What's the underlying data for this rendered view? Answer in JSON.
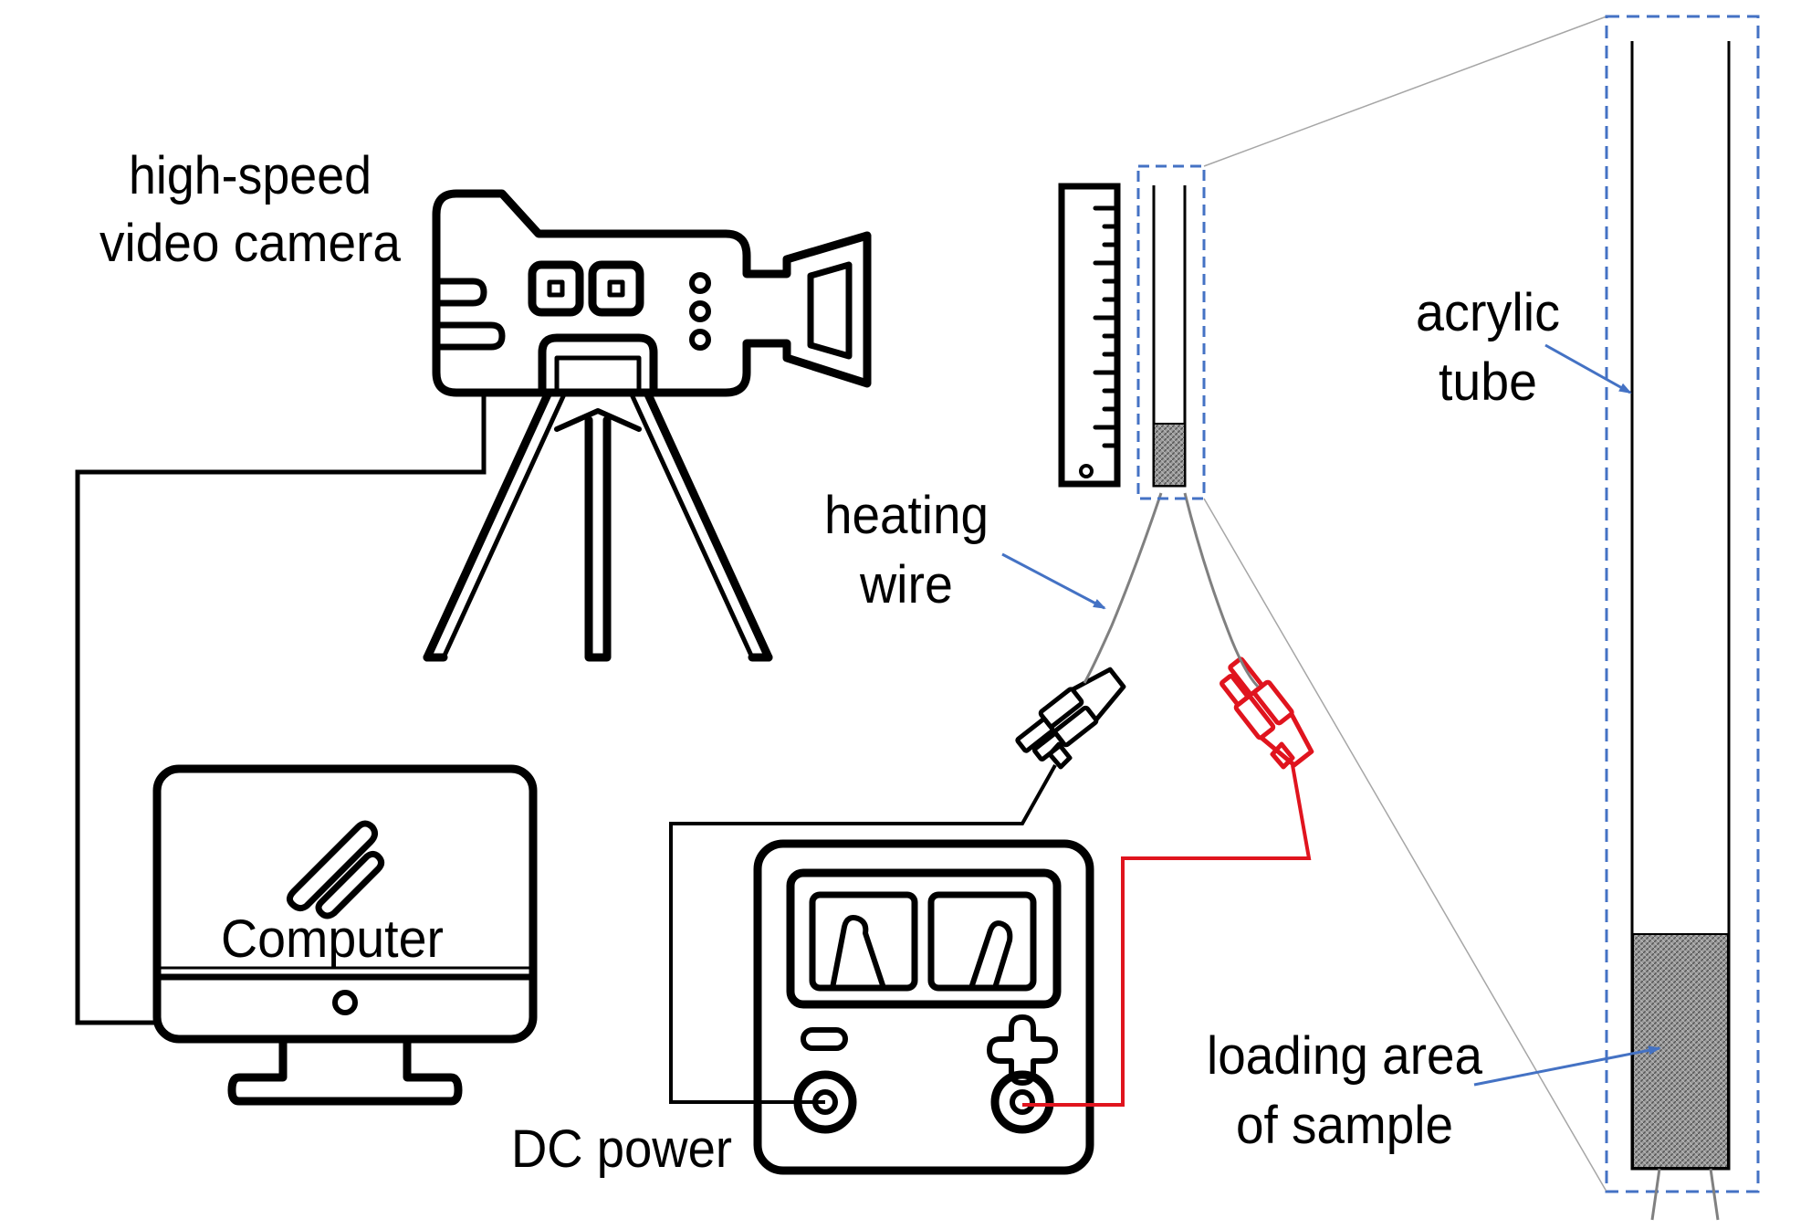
{
  "labels": {
    "camera_line1": "high-speed",
    "camera_line2": "video camera",
    "computer": "Computer",
    "dc_power": "DC power",
    "heating_line1": "heating",
    "heating_line2": "wire",
    "acrylic_line1": "acrylic",
    "acrylic_line2": "tube",
    "loading_line1": "loading area",
    "loading_line2": "of sample"
  },
  "colors": {
    "outline": "#000000",
    "positive_lead": "#e0141e",
    "callout_box": "#4472c4",
    "arrow": "#4472c4",
    "wire": "#808080",
    "sample_fill": "#8c8c8c"
  },
  "icons": [
    "camera-icon",
    "tripod-icon",
    "computer-monitor-icon",
    "dc-power-supply-icon",
    "ruler-icon",
    "alligator-clip-icon"
  ]
}
